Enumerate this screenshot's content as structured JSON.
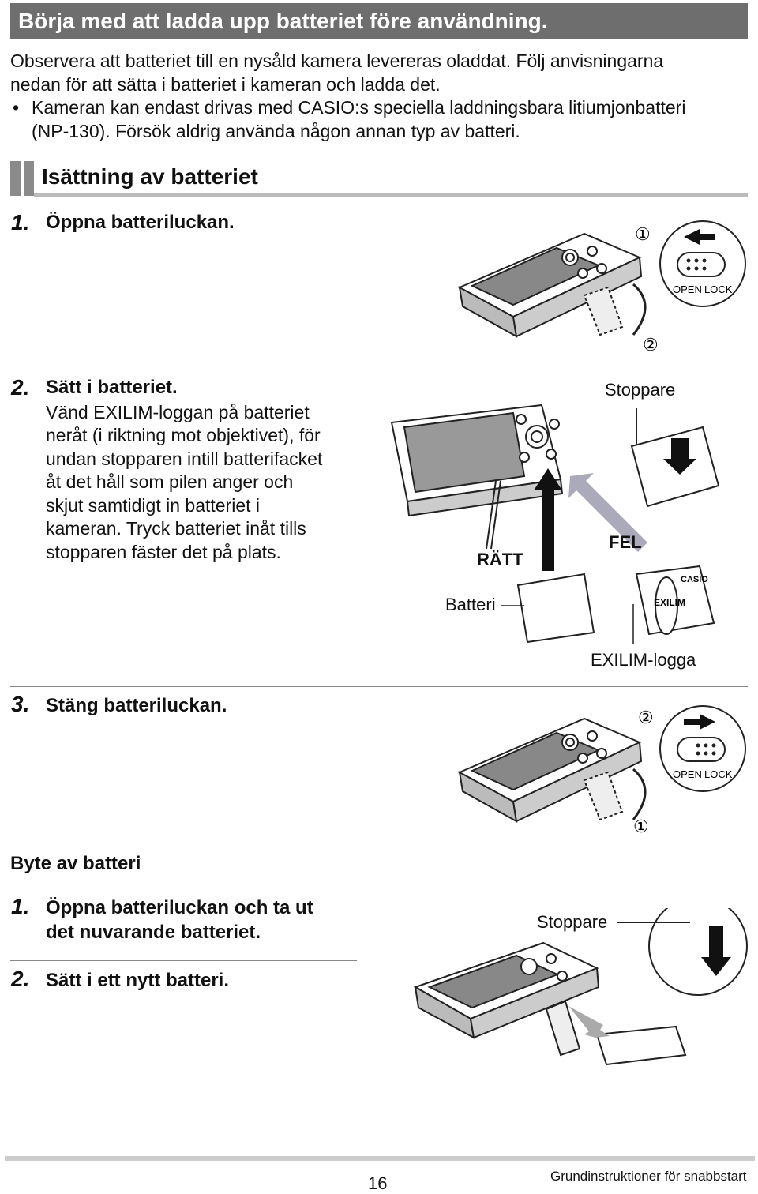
{
  "header": {
    "title": "Börja med att ladda upp batteriet före användning."
  },
  "intro": {
    "line1": "Observera att batteriet till en nysåld kamera levereras oladdat. Följ anvisningarna",
    "line2": "nedan för att sätta i batteriet i kameran och ladda det.",
    "bullet": "•",
    "bullet_line1": "Kameran kan endast drivas med CASIO:s speciella laddningsbara litiumjonbatteri",
    "bullet_line2": "(NP-130). Försök aldrig använda någon annan typ av batteri."
  },
  "section1": {
    "title": "Isättning av batteriet",
    "steps": [
      {
        "num": "1.",
        "text": "Öppna batteriluckan."
      },
      {
        "num": "2.",
        "text": "Sätt i batteriet.",
        "body": [
          "Vänd EXILIM-loggan på batteriet",
          "neråt (i riktning mot objektivet), för",
          "undan stopparen intill batterifacket",
          "åt det håll som pilen anger och",
          "skjut samtidigt in batteriet i",
          "kameran. Tryck batteriet inåt tills",
          "stopparen fäster det på plats."
        ]
      },
      {
        "num": "3.",
        "text": "Stäng batteriluckan."
      }
    ],
    "figure1": {
      "circle1": "①",
      "circle2": "②",
      "open": "OPEN",
      "lock": "LOCK"
    },
    "figure2": {
      "stopper": "Stoppare",
      "correct": "RÄTT",
      "wrong": "FEL",
      "battery": "Batteri",
      "logo": "EXILIM-logga",
      "battery_brand": "CASIO",
      "battery_logo": "EXILIM"
    },
    "figure3": {
      "circle1": "①",
      "circle2": "②",
      "open": "OPEN",
      "lock": "LOCK"
    }
  },
  "section2": {
    "title": "Byte av batteri",
    "steps": [
      {
        "num": "1.",
        "text1": "Öppna batteriluckan och ta ut",
        "text2": "det nuvarande batteriet."
      },
      {
        "num": "2.",
        "text": "Sätt i ett nytt batteri."
      }
    ],
    "figure": {
      "stopper": "Stoppare"
    }
  },
  "footer": {
    "page_number": "16",
    "doc_title": "Grundinstruktioner för snabbstart"
  }
}
